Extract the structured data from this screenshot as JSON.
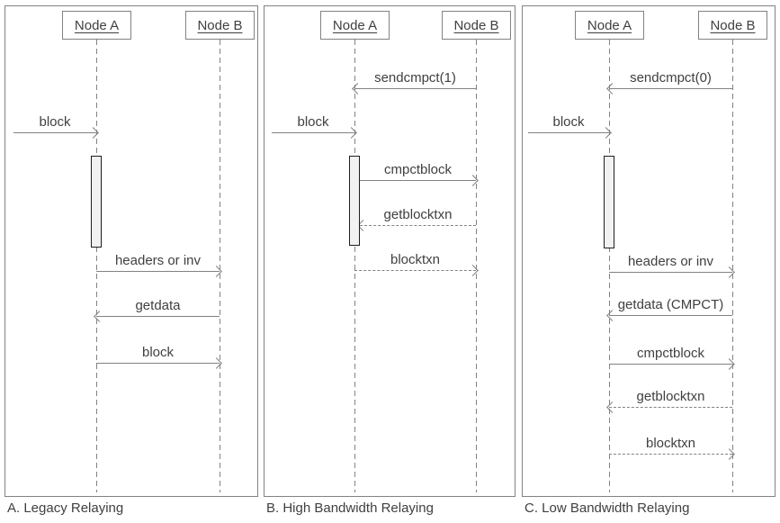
{
  "colors": {
    "line": "#828282",
    "text": "#404040",
    "activation_fill": "#f2f2f2",
    "activation_border": "#1f1f1f"
  },
  "panels": [
    {
      "caption": "A. Legacy Relaying",
      "node_a": "Node A",
      "node_b": "Node B",
      "external": {
        "label": "block",
        "to": "A",
        "line": "solid"
      },
      "messages": [
        {
          "label": "headers or inv",
          "from": "A",
          "to": "B",
          "line": "solid"
        },
        {
          "label": "getdata",
          "from": "B",
          "to": "A",
          "line": "solid"
        },
        {
          "label": "block",
          "from": "A",
          "to": "B",
          "line": "solid"
        }
      ]
    },
    {
      "caption": "B. High Bandwidth Relaying",
      "node_a": "Node A",
      "node_b": "Node B",
      "setup": {
        "label": "sendcmpct(1)",
        "from": "B",
        "to": "A",
        "line": "solid"
      },
      "external": {
        "label": "block",
        "to": "A",
        "line": "solid"
      },
      "messages": [
        {
          "label": "cmpctblock",
          "from": "A",
          "to": "B",
          "line": "solid"
        },
        {
          "label": "getblocktxn",
          "from": "B",
          "to": "A",
          "line": "dashed"
        },
        {
          "label": "blocktxn",
          "from": "A",
          "to": "B",
          "line": "dashed"
        }
      ]
    },
    {
      "caption": "C. Low Bandwidth Relaying",
      "node_a": "Node A",
      "node_b": "Node B",
      "setup": {
        "label": "sendcmpct(0)",
        "from": "B",
        "to": "A",
        "line": "solid"
      },
      "external": {
        "label": "block",
        "to": "A",
        "line": "solid"
      },
      "messages": [
        {
          "label": "headers or inv",
          "from": "A",
          "to": "B",
          "line": "solid"
        },
        {
          "label": "getdata (CMPCT)",
          "from": "B",
          "to": "A",
          "line": "solid"
        },
        {
          "label": "cmpctblock",
          "from": "A",
          "to": "B",
          "line": "solid"
        },
        {
          "label": "getblocktxn",
          "from": "B",
          "to": "A",
          "line": "dashed"
        },
        {
          "label": "blocktxn",
          "from": "A",
          "to": "B",
          "line": "dashed"
        }
      ]
    }
  ]
}
